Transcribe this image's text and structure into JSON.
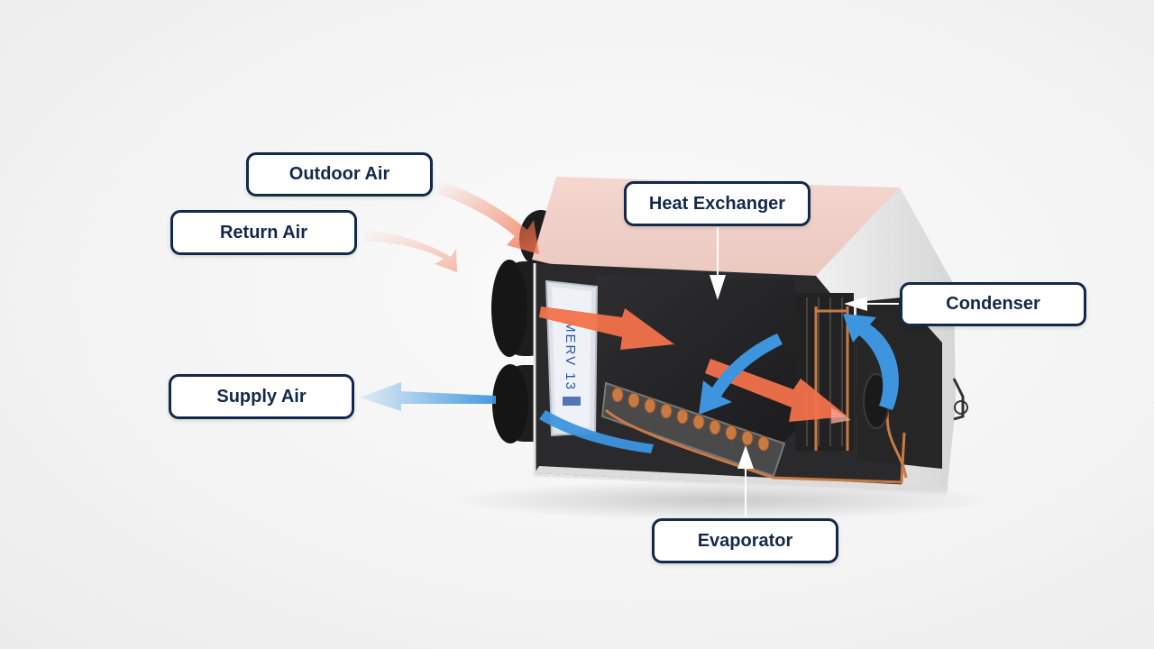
{
  "labels": {
    "outdoor_air": "Outdoor Air",
    "return_air": "Return Air",
    "supply_air": "Supply Air",
    "heat_exchanger": "Heat Exchanger",
    "condenser": "Condenser",
    "evaporator": "Evaporator"
  },
  "filter": {
    "text": "MERV 13"
  },
  "colors": {
    "callout_border": "#13294b",
    "callout_text": "#13294b",
    "warm_air": "#f2714b",
    "cool_air": "#3d95df",
    "cabinet_interior": "#2a2a2c",
    "copper": "#c87a45"
  },
  "icons": [
    "pointer-arrow-icon",
    "airflow-arrow-icon"
  ]
}
